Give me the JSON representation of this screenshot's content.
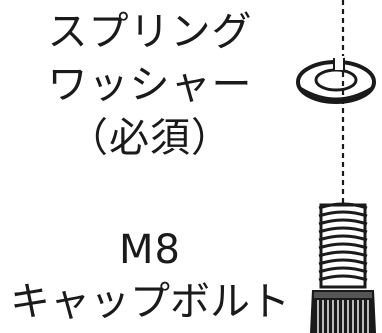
{
  "washer_label": {
    "line1": "スプリング",
    "line2": "ワッシャー",
    "line3": "（必須）"
  },
  "bolt_label": {
    "line1": "M8",
    "line2": "キャップボルト"
  },
  "icons": {
    "washer": "spring-washer-icon",
    "bolt": "cap-bolt-icon",
    "axis": "dashed-assembly-axis"
  }
}
